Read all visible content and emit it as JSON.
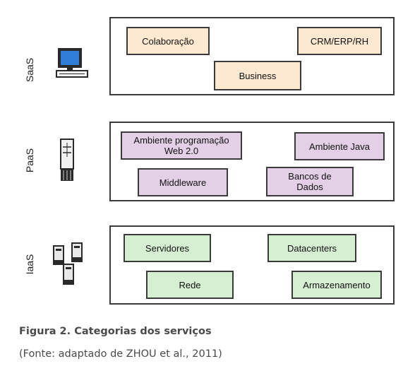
{
  "layers": {
    "saas": {
      "label": "SaaS",
      "icon": "desktop-computer-icon",
      "boxes": [
        "Colaboração",
        "CRM/ERP/RH",
        "Business"
      ]
    },
    "paas": {
      "label": "PaaS",
      "icon": "server-tower-icon",
      "boxes": [
        "Ambiente programação\nWeb 2.0",
        "Ambiente Java",
        "Middleware",
        "Bancos de\nDados"
      ]
    },
    "iaas": {
      "label": "IaaS",
      "icon": "server-cluster-icon",
      "boxes": [
        "Servidores",
        "Datacenters",
        "Rede",
        "Armazenamento"
      ]
    }
  },
  "colors": {
    "saas_box": "#fde9d2",
    "paas_box": "#e4d0e6",
    "iaas_box": "#d6efd2",
    "border": "#3a3a3a"
  },
  "caption": "Figura 2. Categorias dos serviços",
  "source": "(Fonte: adaptado de ZHOU et al., 2011)"
}
